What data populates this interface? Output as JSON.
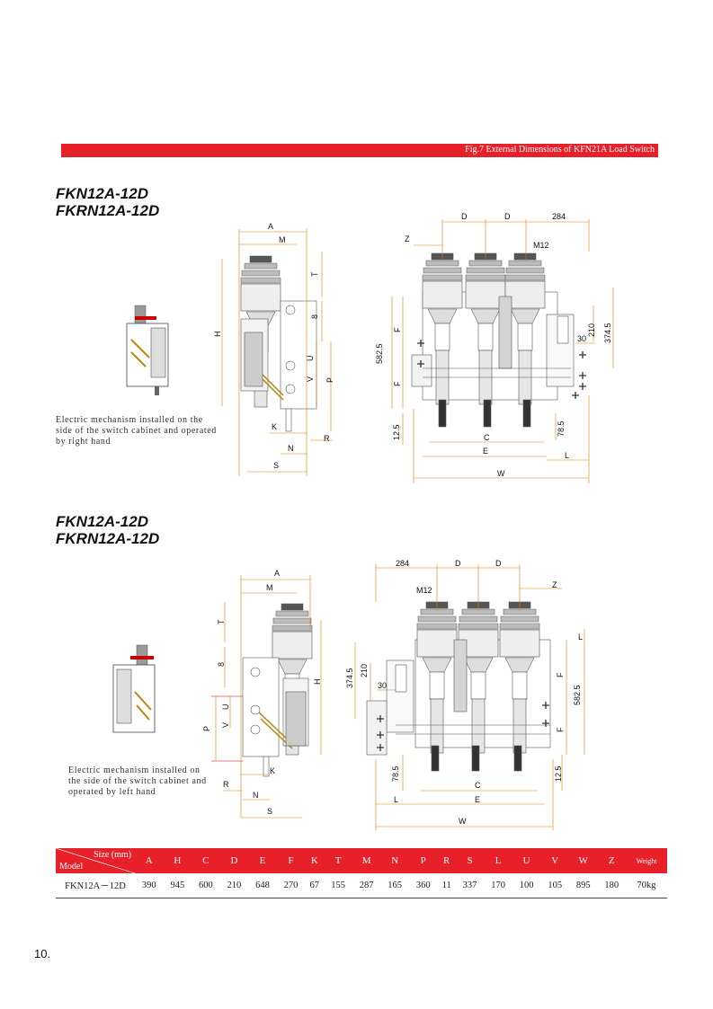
{
  "header_bar": {
    "caption": "Fig.7 External Dimensions of KFN21A Load Switch",
    "color": "#e8202a"
  },
  "section1": {
    "title_line1": "FKN12A-12D",
    "title_line2": "FKRN12A-12D",
    "caption": "Electric mechanism installed on the side of the switch cabinet and operated by right hand"
  },
  "section2": {
    "title_line1": "FKN12A-12D",
    "title_line2": "FKRN12A-12D",
    "caption": "Electric mechanism installed on the side of the switch cabinet and operated by left hand"
  },
  "drawing1": {
    "side_labels": [
      "A",
      "M",
      "T",
      "8",
      "H",
      "U",
      "V",
      "P",
      "K",
      "R",
      "N",
      "S"
    ],
    "front_labels": [
      "D",
      "D",
      "284",
      "Z",
      "M12",
      "F",
      "582.5",
      "F",
      "210",
      "374.5",
      "30",
      "12.5",
      "78.5",
      "C",
      "E",
      "L",
      "W"
    ]
  },
  "drawing2": {
    "side_labels": [
      "A",
      "M",
      "T",
      "8",
      "H",
      "U",
      "P",
      "V",
      "K",
      "R",
      "N",
      "S"
    ],
    "front_labels": [
      "284",
      "D",
      "D",
      "M12",
      "Z",
      "L",
      "374.5",
      "210",
      "30",
      "F",
      "582.5",
      "F",
      "78.5",
      "12.5",
      "C",
      "L",
      "E",
      "W"
    ]
  },
  "table": {
    "corner_size": "Size (mm)",
    "corner_model": "Model",
    "columns": [
      "A",
      "H",
      "C",
      "D",
      "E",
      "F",
      "K",
      "T",
      "M",
      "N",
      "P",
      "R",
      "S",
      "L",
      "U",
      "V",
      "W",
      "Z"
    ],
    "weight_label": "Weight",
    "rows": [
      {
        "model": "FKN12A－12D",
        "values": [
          "390",
          "945",
          "600",
          "210",
          "648",
          "270",
          "67",
          "155",
          "287",
          "165",
          "360",
          "11",
          "337",
          "170",
          "100",
          "105",
          "895",
          "180"
        ],
        "weight": "70kg"
      }
    ]
  },
  "page_number": "10."
}
